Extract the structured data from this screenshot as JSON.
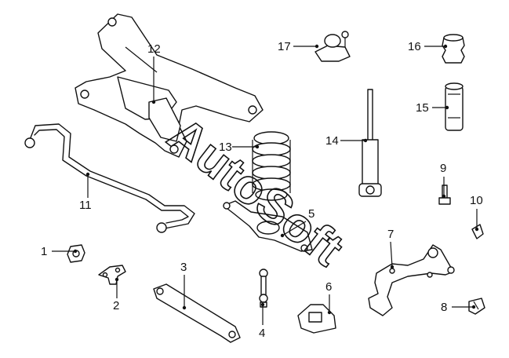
{
  "diagram": {
    "watermark": "AutoSoft",
    "callouts": [
      "1",
      "2",
      "3",
      "4",
      "5",
      "6",
      "7",
      "8",
      "9",
      "10",
      "11",
      "12",
      "13",
      "14",
      "15",
      "16",
      "17"
    ]
  }
}
